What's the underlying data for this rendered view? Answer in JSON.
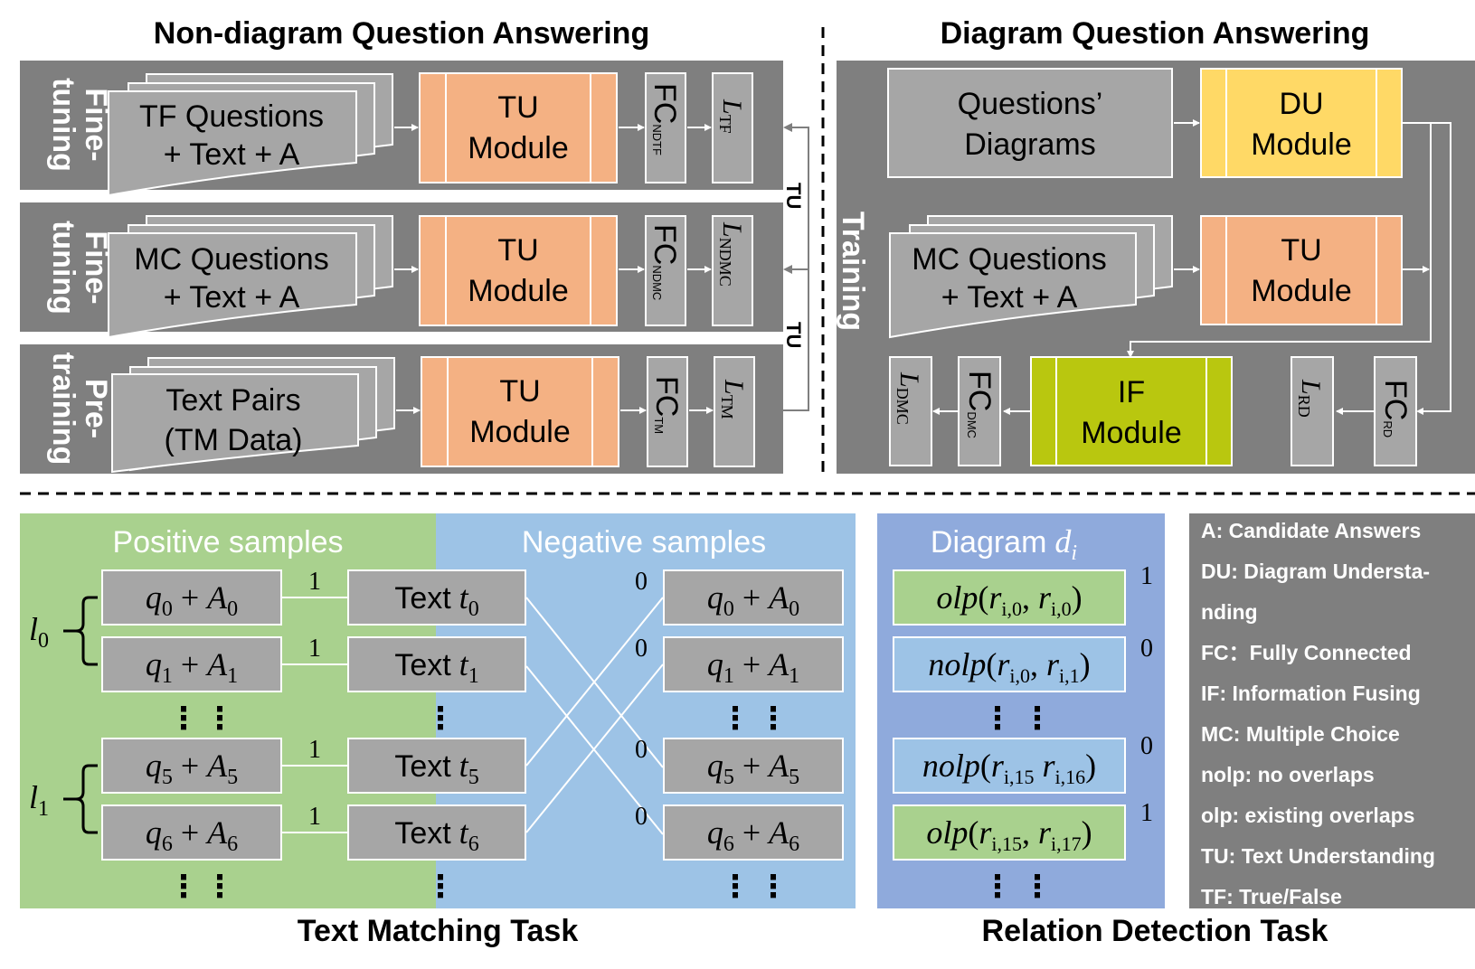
{
  "titles": {
    "nondiagram": "Non-diagram Question Answering",
    "diagram": "Diagram Question Answering",
    "text_matching": "Text Matching Task",
    "relation_detection": "Relation Detection Task"
  },
  "rows": [
    {
      "side_top": "Fine-",
      "side_bottom": "tuning",
      "input_l1": "TF Questions",
      "input_l2": "+ Text + A",
      "module_l1": "TU",
      "module_l2": "Module",
      "fc": "FC",
      "fc_sub": "NDTF",
      "loss": "L",
      "loss_sub": "TF"
    },
    {
      "side_top": "Fine-",
      "side_bottom": "tuning",
      "input_l1": "MC Questions",
      "input_l2": "+ Text + A",
      "module_l1": "TU",
      "module_l2": "Module",
      "fc": "FC",
      "fc_sub": "NDMC",
      "loss": "L",
      "loss_sub": "NDMC"
    },
    {
      "side_top": "Pre-",
      "side_bottom": "training",
      "input_l1": "Text Pairs",
      "input_l2": "(TM Data)",
      "module_l1": "TU",
      "module_l2": "Module",
      "fc": "FC",
      "fc_sub": "TM",
      "loss": "L",
      "loss_sub": "TM"
    }
  ],
  "tu_labels": [
    "TU",
    "TU"
  ],
  "dqa": {
    "side": "Training",
    "questions_l1": "Questions’",
    "questions_l2": "Diagrams",
    "du_l1": "DU",
    "du_l2": "Module",
    "mc_l1": "MC Questions",
    "mc_l2": "+ Text + A",
    "tu_l1": "TU",
    "tu_l2": "Module",
    "if_l1": "IF",
    "if_l2": "Module",
    "fc_dmc": "FC",
    "fc_dmc_sub": "DMC",
    "l_dmc": "L",
    "l_dmc_sub": "DMC",
    "fc_rd": "FC",
    "fc_rd_sub": "RD",
    "l_rd": "L",
    "l_rd_sub": "RD"
  },
  "text_matching": {
    "positive_header": "Positive samples",
    "negative_header": "Negative samples",
    "text_word": "Text",
    "rows": [
      {
        "q": "q",
        "qi": "0",
        "a": "A",
        "ai": "0",
        "t": "t",
        "ti": "0",
        "pos": "1",
        "neg": "0"
      },
      {
        "q": "q",
        "qi": "1",
        "a": "A",
        "ai": "1",
        "t": "t",
        "ti": "1",
        "pos": "1",
        "neg": "0"
      },
      {
        "q": "q",
        "qi": "5",
        "a": "A",
        "ai": "5",
        "t": "t",
        "ti": "5",
        "pos": "1",
        "neg": "0"
      },
      {
        "q": "q",
        "qi": "6",
        "a": "A",
        "ai": "6",
        "t": "t",
        "ti": "6",
        "pos": "1",
        "neg": "0"
      }
    ],
    "groups": [
      {
        "l": "l",
        "li": "0"
      },
      {
        "l": "l",
        "li": "1"
      }
    ],
    "ellipsis": "⋮"
  },
  "relation_detection": {
    "header": "Diagram",
    "header_var": "d",
    "header_sub": "i",
    "items": [
      {
        "fn": "olp",
        "r1": "i,0",
        "r2": "i,0",
        "sep": ",",
        "label": "1",
        "color": "#a9d18e"
      },
      {
        "fn": "nolp",
        "r1": "i,0",
        "r2": "i,1",
        "sep": ",",
        "label": "0",
        "color": "#9dc3e6"
      },
      {
        "fn": "nolp",
        "r1": "i,15",
        "r2": "i,16",
        "sep": " ",
        "label": "0",
        "color": "#9dc3e6"
      },
      {
        "fn": "olp",
        "r1": "i,15",
        "r2": "i,17",
        "sep": ",",
        "label": "1",
        "color": "#a9d18e"
      }
    ]
  },
  "legend": [
    "A: Candidate Answers",
    "DU:  Diagram  Understa-",
    "nding",
    "FC：Fully Connected",
    "IF: Information Fusing",
    "MC: Multiple Choice",
    "nolp: no overlaps",
    "olp: existing overlaps",
    "TU: Text Understanding",
    "TF: True/False"
  ],
  "colors": {
    "panel_gray": "#7f7f7f",
    "box_gray": "#a6a6a6",
    "tu_orange": "#f4b183",
    "du_yellow": "#ffd966",
    "if_green": "#b9c70f",
    "positive_green": "#a9d18e",
    "negative_blue": "#9dc3e6",
    "diagram_blue": "#8faadc"
  }
}
